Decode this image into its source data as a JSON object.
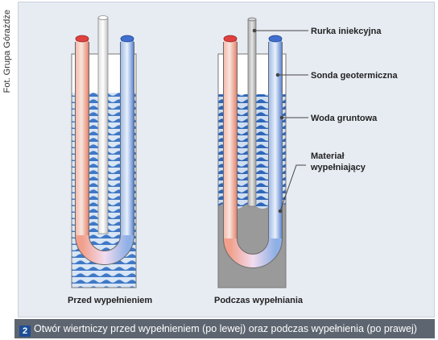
{
  "photo_credit": "Fot. Grupa Górażdże",
  "labels": {
    "rurka": "Rurka iniekcyjna",
    "sonda": "Sonda geotermiczna",
    "woda": "Woda gruntowa",
    "material_line1": "Materiał",
    "material_line2": "wypełniający"
  },
  "titles": {
    "left": "Przed wypełnieniem",
    "right": "Podczas wypełniania"
  },
  "caption": {
    "number": "2",
    "text": "Otwór wiertniczy przed wypełnieniem (po lewej) oraz podczas wypełnienia (po prawej)"
  },
  "colors": {
    "pipe_red": "#e0413f",
    "pipe_blue": "#3f6fcf",
    "water": "#3f78c7",
    "grout": "#9a9a9a",
    "caption_bg": "#5d6570",
    "badge_bg": "#1e4f96"
  }
}
